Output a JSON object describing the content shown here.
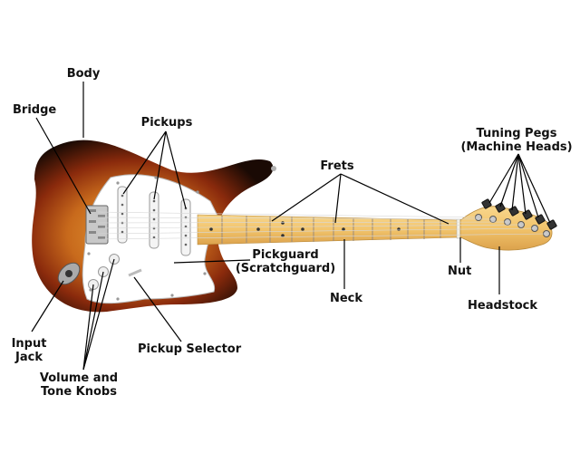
{
  "labels": {
    "body": "Body",
    "bridge": "Bridge",
    "pickups": "Pickups",
    "frets": "Frets",
    "tuning_pegs_line1": "Tuning Pegs",
    "tuning_pegs_line2": "(Machine Heads)",
    "pickguard_line1": "Pickguard",
    "pickguard_line2": "(Scratchguard)",
    "nut": "Nut",
    "neck": "Neck",
    "headstock": "Headstock",
    "input_jack_line1": "Input",
    "input_jack_line2": "Jack",
    "pickup_selector": "Pickup Selector",
    "knobs_line1": "Volume and",
    "knobs_line2": "Tone Knobs"
  },
  "colors": {
    "sunburst_center": "#e8a03a",
    "sunburst_mid": "#a2330f",
    "sunburst_edge": "#1a0a04",
    "maple": "#f2c46c",
    "pickguard": "#ffffff",
    "leader_line": "#000000"
  }
}
